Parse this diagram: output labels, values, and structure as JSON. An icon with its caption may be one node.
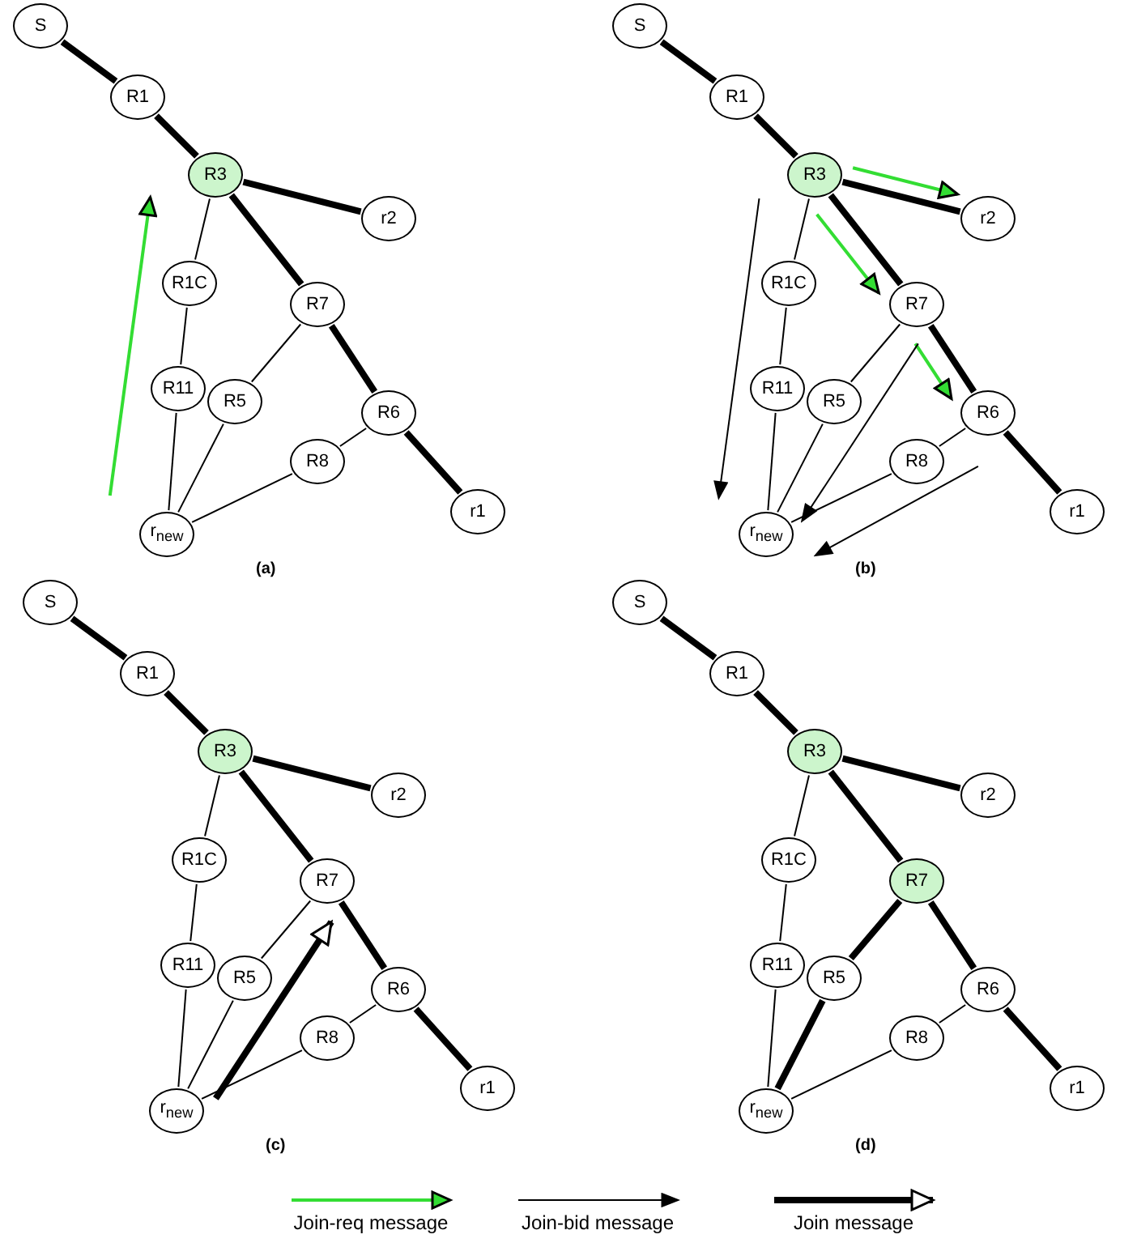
{
  "diagram": {
    "nodes": [
      {
        "text": [
          "S"
        ]
      },
      {
        "text": [
          "R1"
        ]
      },
      {
        "text": [
          "R3"
        ]
      },
      {
        "text": [
          "r2"
        ]
      },
      {
        "text": [
          "R1C"
        ]
      },
      {
        "text": [
          "R7"
        ]
      },
      {
        "text": [
          "R11"
        ]
      },
      {
        "text": [
          "R5"
        ]
      },
      {
        "text": [
          "R6"
        ]
      },
      {
        "text": [
          "R8"
        ]
      },
      {
        "text": [
          "r1"
        ]
      },
      {
        "text": [
          "r$_{new}$"
        ]
      },
      {
        "text": [
          "S"
        ]
      },
      {
        "text": [
          "R1"
        ]
      },
      {
        "text": [
          "R3"
        ]
      },
      {
        "text": [
          "r2"
        ]
      },
      {
        "text": [
          "R1C"
        ]
      },
      {
        "text": [
          "R7"
        ]
      },
      {
        "text": [
          "R11"
        ]
      },
      {
        "text": [
          "R5"
        ]
      },
      {
        "text": [
          "R6"
        ]
      },
      {
        "text": [
          "R8"
        ]
      },
      {
        "text": [
          "r1"
        ]
      },
      {
        "text": [
          "r$_{new}$"
        ]
      },
      {
        "text": [
          "S"
        ]
      },
      {
        "text": [
          "R1"
        ]
      },
      {
        "text": [
          "R3"
        ]
      },
      {
        "text": [
          "r2"
        ]
      },
      {
        "text": [
          "R1C"
        ]
      },
      {
        "text": [
          "R7"
        ]
      },
      {
        "text": [
          "R11"
        ]
      },
      {
        "text": [
          "R5"
        ]
      },
      {
        "text": [
          "R6"
        ]
      },
      {
        "text": [
          "R8"
        ]
      },
      {
        "text": [
          "r1"
        ]
      },
      {
        "text": [
          "r$_{new}$"
        ]
      },
      {
        "text": [
          "S"
        ]
      },
      {
        "text": [
          "R1"
        ]
      },
      {
        "text": [
          "R3"
        ]
      },
      {
        "text": [
          "r2"
        ]
      },
      {
        "text": [
          "R1C"
        ]
      },
      {
        "text": [
          "R7"
        ]
      },
      {
        "text": [
          "R11"
        ]
      },
      {
        "text": [
          "R5"
        ]
      },
      {
        "text": [
          "R6"
        ]
      },
      {
        "text": [
          "R8"
        ]
      },
      {
        "text": [
          "r1"
        ]
      },
      {
        "text": [
          "r$_{new}$"
        ]
      }
    ],
    "edges": [
      {
        "from": 0,
        "to": 1,
        "arrow": "none",
        "style": "thick"
      },
      {
        "from": 1,
        "to": 2,
        "arrow": "none",
        "style": "thick"
      },
      {
        "from": 2,
        "to": 3,
        "arrow": "none",
        "style": "thick"
      },
      {
        "from": 2,
        "to": 5,
        "arrow": "none",
        "style": "thick"
      },
      {
        "from": 5,
        "to": 8,
        "arrow": "none",
        "style": "thick"
      },
      {
        "from": 8,
        "to": 10,
        "arrow": "none",
        "style": "thick"
      },
      {
        "from": 2,
        "to": 4,
        "arrow": "none"
      },
      {
        "from": 4,
        "to": 6,
        "arrow": "none"
      },
      {
        "from": 6,
        "to": 11,
        "arrow": "none"
      },
      {
        "from": 5,
        "to": 7,
        "arrow": "none"
      },
      {
        "from": 7,
        "to": 11,
        "arrow": "none"
      },
      {
        "from": 8,
        "to": 9,
        "arrow": "none"
      },
      {
        "from": 9,
        "to": 11,
        "arrow": "none"
      },
      {
        "from": 11,
        "to": 2,
        "arrow": "to",
        "color": "#33dd33"
      },
      {
        "from": 12,
        "to": 13,
        "arrow": "none",
        "style": "thick"
      },
      {
        "from": 13,
        "to": 14,
        "arrow": "none",
        "style": "thick"
      },
      {
        "from": 14,
        "to": 15,
        "arrow": "none",
        "style": "thick"
      },
      {
        "from": 14,
        "to": 17,
        "arrow": "none",
        "style": "thick"
      },
      {
        "from": 17,
        "to": 20,
        "arrow": "none",
        "style": "thick"
      },
      {
        "from": 20,
        "to": 22,
        "arrow": "none",
        "style": "thick"
      },
      {
        "from": 14,
        "to": 16,
        "arrow": "none"
      },
      {
        "from": 16,
        "to": 18,
        "arrow": "none"
      },
      {
        "from": 18,
        "to": 23,
        "arrow": "none"
      },
      {
        "from": 17,
        "to": 19,
        "arrow": "none"
      },
      {
        "from": 19,
        "to": 23,
        "arrow": "none"
      },
      {
        "from": 20,
        "to": 21,
        "arrow": "none"
      },
      {
        "from": 21,
        "to": 23,
        "arrow": "none"
      },
      {
        "from": 14,
        "to": 15,
        "arrow": "to",
        "color": "#33dd33"
      },
      {
        "from": 14,
        "to": 17,
        "arrow": "to",
        "color": "#33dd33"
      },
      {
        "from": 17,
        "to": 20,
        "arrow": "to",
        "color": "#33dd33"
      },
      {
        "from": 14,
        "to": 23,
        "arrow": "to"
      },
      {
        "from": 17,
        "to": 23,
        "arrow": "to"
      },
      {
        "from": 20,
        "to": 23,
        "arrow": "to"
      },
      {
        "from": 24,
        "to": 25,
        "arrow": "none",
        "style": "thick"
      },
      {
        "from": 25,
        "to": 26,
        "arrow": "none",
        "style": "thick"
      },
      {
        "from": 26,
        "to": 27,
        "arrow": "none",
        "style": "thick"
      },
      {
        "from": 26,
        "to": 29,
        "arrow": "none",
        "style": "thick"
      },
      {
        "from": 29,
        "to": 32,
        "arrow": "none",
        "style": "thick"
      },
      {
        "from": 32,
        "to": 34,
        "arrow": "none",
        "style": "thick"
      },
      {
        "from": 26,
        "to": 28,
        "arrow": "none"
      },
      {
        "from": 28,
        "to": 30,
        "arrow": "none"
      },
      {
        "from": 30,
        "to": 35,
        "arrow": "none"
      },
      {
        "from": 29,
        "to": 31,
        "arrow": "none"
      },
      {
        "from": 31,
        "to": 35,
        "arrow": "none"
      },
      {
        "from": 32,
        "to": 33,
        "arrow": "none"
      },
      {
        "from": 33,
        "to": 35,
        "arrow": "none"
      },
      {
        "from": 35,
        "to": 29,
        "arrow": "to",
        "style": "thick"
      },
      {
        "from": 36,
        "to": 37,
        "arrow": "none",
        "style": "thick"
      },
      {
        "from": 37,
        "to": 38,
        "arrow": "none",
        "style": "thick"
      },
      {
        "from": 38,
        "to": 39,
        "arrow": "none",
        "style": "thick"
      },
      {
        "from": 38,
        "to": 41,
        "arrow": "none",
        "style": "thick"
      },
      {
        "from": 41,
        "to": 44,
        "arrow": "none",
        "style": "thick"
      },
      {
        "from": 44,
        "to": 46,
        "arrow": "none",
        "style": "thick"
      },
      {
        "from": 38,
        "to": 40,
        "arrow": "none"
      },
      {
        "from": 40,
        "to": 42,
        "arrow": "none"
      },
      {
        "from": 42,
        "to": 47,
        "arrow": "none"
      },
      {
        "from": 41,
        "to": 43,
        "arrow": "none",
        "style": "thick"
      },
      {
        "from": 43,
        "to": 47,
        "arrow": "none",
        "style": "thick"
      },
      {
        "from": 44,
        "to": 45,
        "arrow": "none"
      },
      {
        "from": 45,
        "to": 47,
        "arrow": "none"
      }
    ],
    "labels": [
      "(a)",
      "(b)",
      "(c)",
      "(d)"
    ],
    "legend": [
      {
        "text": "Join-req message"
      },
      {
        "text": "Join-bid message"
      },
      {
        "text": "Join message"
      }
    ]
  }
}
